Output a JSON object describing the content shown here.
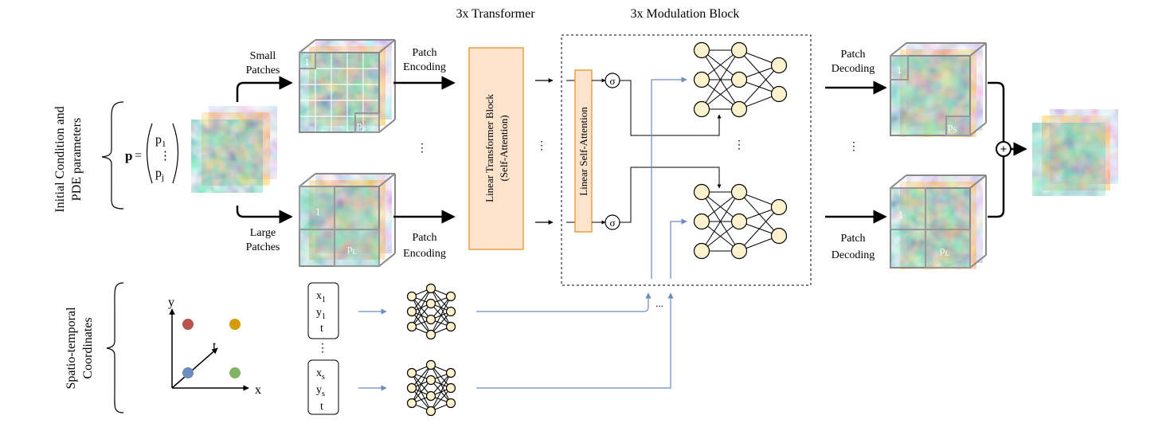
{
  "headers": {
    "transformer": "3x Transformer",
    "modulation": "3x Modulation Block"
  },
  "side_labels": {
    "initial_line1": "Initial Condition and",
    "initial_line2": "PDE parameters",
    "spatio_line1": "Spatio-temporal",
    "spatio_line2": "Coordinates"
  },
  "param_vector": {
    "symbol": "p",
    "equals": "=",
    "entries": [
      "p",
      "⋮",
      "p"
    ],
    "subs": [
      "1",
      "",
      "j"
    ]
  },
  "patches": {
    "small_line1": "Small",
    "small_line2": "Patches",
    "large_line1": "Large",
    "large_line2": "Patches",
    "encoding_line1": "Patch",
    "encoding_line2": "Encoding",
    "decoding_line1": "Patch",
    "decoding_line2": "Decoding",
    "first_index": "1",
    "small_last": "p",
    "small_last_sub": "S",
    "large_last": "p",
    "large_last_sub": "L"
  },
  "blocks": {
    "transformer_line1": "Linear Transformer Block",
    "transformer_line2": "(Self-Attention)",
    "self_attention": "Linear Self-Attention",
    "sigma": "σ",
    "plus": "+"
  },
  "ellipsis": {
    "horizontal": "…",
    "vertical": "⋮",
    "dots": "..."
  },
  "coords": {
    "axis_x": "x",
    "axis_y": "y",
    "axis_t": "t",
    "vec1": [
      "x",
      "y",
      "t"
    ],
    "vec1_subs": [
      "1",
      "1",
      ""
    ],
    "vec2": [
      "x",
      "y",
      "t"
    ],
    "vec2_subs": [
      "s",
      "s",
      ""
    ]
  },
  "colors": {
    "block_fill": "#fde3cb",
    "block_stroke": "#e6a04a",
    "neuron_fill": "#fff2cc",
    "blue_line": "#6c8ebf",
    "point_red": "#b85450",
    "point_orange": "#d79b00",
    "point_blue": "#6c8ebf",
    "point_green": "#82b366"
  }
}
